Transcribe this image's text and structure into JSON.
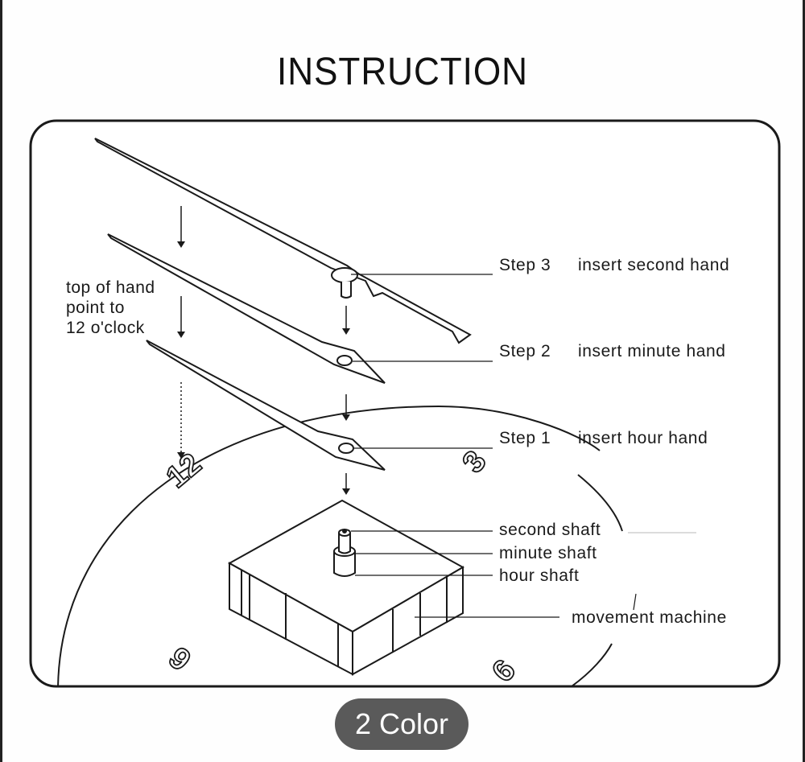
{
  "title": "INSTRUCTION",
  "note": {
    "line1": "top of hand",
    "line2": "point to",
    "line3": "12 o'clock"
  },
  "steps": [
    {
      "step": "Step 3",
      "text": "insert second hand"
    },
    {
      "step": "Step 2",
      "text": "insert minute hand"
    },
    {
      "step": "Step 1",
      "text": "insert hour hand"
    }
  ],
  "parts": {
    "second_shaft": "second shaft",
    "minute_shaft": "minute shaft",
    "hour_shaft": "hour shaft",
    "movement": "movement  machine"
  },
  "dial_numbers": {
    "twelve": "12",
    "three": "3",
    "six": "6",
    "nine": "9"
  },
  "badge": "2 Color",
  "colors": {
    "line": "#1a1a1a",
    "badge_bg": "#5a5a5a",
    "badge_text": "#ffffff"
  }
}
